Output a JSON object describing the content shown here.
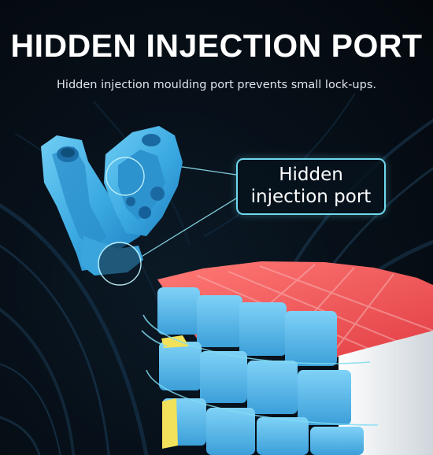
{
  "headline": "HIDDEN INJECTION PORT",
  "subline": "Hidden injection moulding port prevents small lock-ups.",
  "callout": {
    "line1": "Hidden",
    "line2": "injection port"
  },
  "colors": {
    "accent_cyan": "#6fd9ee",
    "piece_blue": "#3fb2e6",
    "cube_blue": "#58b8ea",
    "cube_red": "#ef5456",
    "cube_yellow": "#f2e15a",
    "cube_white": "#eeeeee",
    "background": "#06101a"
  },
  "icons": [
    "cube-piece-illustration",
    "speed-cube-illustration",
    "magnifier-circle-icon"
  ]
}
